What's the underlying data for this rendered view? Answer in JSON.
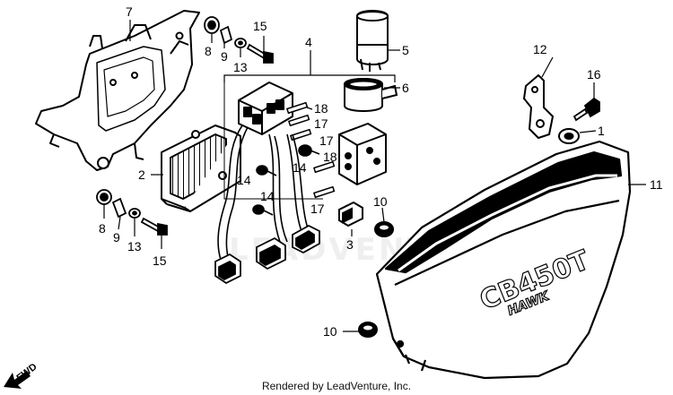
{
  "diagram": {
    "callouts": [
      "1",
      "2",
      "3",
      "4",
      "5",
      "6",
      "7",
      "8",
      "9",
      "10",
      "11",
      "12",
      "13",
      "14",
      "15",
      "16",
      "17",
      "18"
    ],
    "side_cover_emblem": "CB450T",
    "side_cover_script": "HAWK",
    "watermark": "LEADVENTURE",
    "direction_marker": "FWD"
  },
  "footer": {
    "credit": "Rendered by LeadVenture, Inc."
  }
}
